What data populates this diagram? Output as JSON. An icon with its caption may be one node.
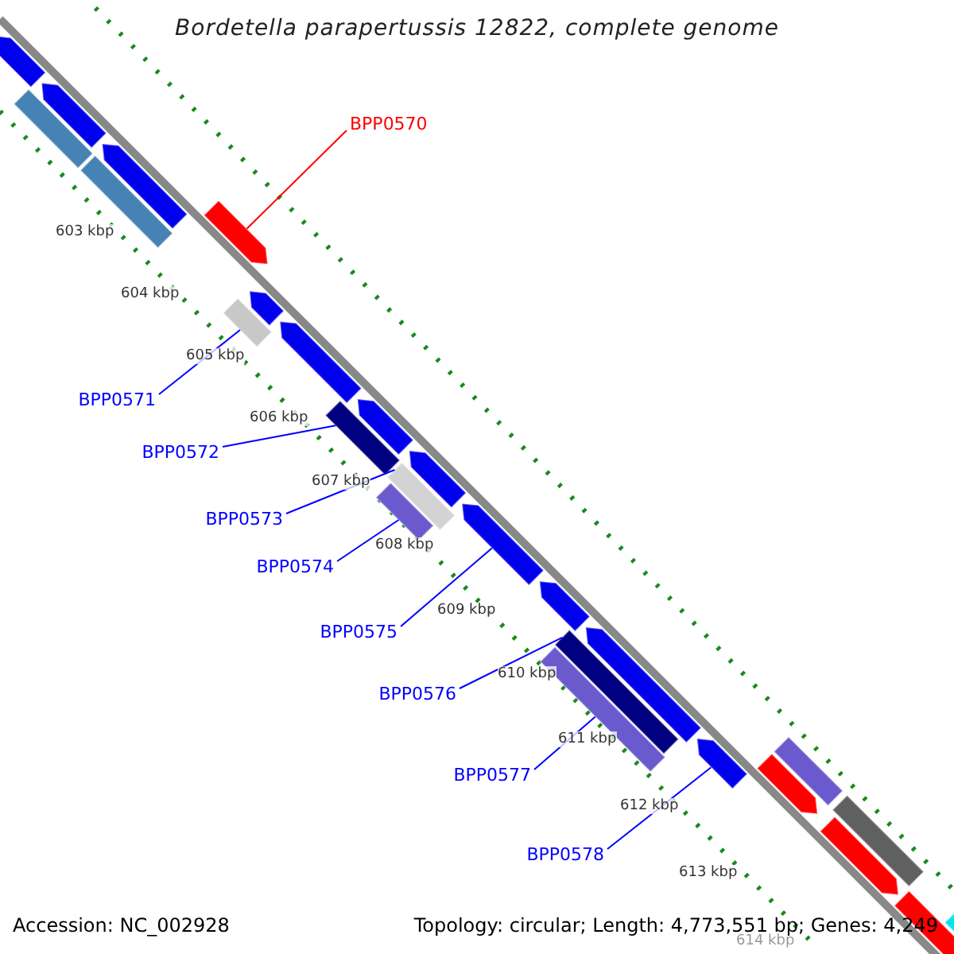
{
  "diagram": {
    "title": "Bordetella parapertussis 12822, complete genome",
    "nodes": [
      {
        "text": [
          "BPP0570"
        ]
      },
      {
        "text": [
          "BPP0571"
        ]
      },
      {
        "text": [
          "BPP0572"
        ]
      },
      {
        "text": [
          "BPP0573"
        ]
      },
      {
        "text": [
          "BPP0574"
        ]
      },
      {
        "text": [
          "BPP0575"
        ]
      },
      {
        "text": [
          "BPP0576"
        ]
      },
      {
        "text": [
          "BPP0577"
        ]
      },
      {
        "text": [
          "BPP0578"
        ]
      },
      {
        "text": [],
        "shape": "arrow"
      },
      {
        "text": [],
        "shape": "arrow"
      },
      {
        "text": [],
        "shape": "box"
      },
      {
        "text": [],
        "shape": "arrow"
      },
      {
        "text": [],
        "shape": "box"
      },
      {
        "text": [],
        "shape": "arrow"
      },
      {
        "text": [],
        "shape": "box"
      },
      {
        "text": [],
        "shape": "arrow"
      },
      {
        "text": [],
        "shape": "arrow"
      },
      {
        "text": [],
        "shape": "box"
      },
      {
        "text": [],
        "shape": "arrow"
      },
      {
        "text": [],
        "shape": "box"
      },
      {
        "text": [],
        "shape": "arrow"
      },
      {
        "text": [],
        "shape": "box"
      },
      {
        "text": [],
        "shape": "arrow"
      },
      {
        "text": [],
        "shape": "arrow"
      },
      {
        "text": [],
        "shape": "box"
      },
      {
        "text": [],
        "shape": "box"
      },
      {
        "text": [],
        "shape": "arrow"
      },
      {
        "text": [],
        "shape": "arrow"
      },
      {
        "text": [],
        "shape": "arrow"
      },
      {
        "text": [],
        "shape": "box"
      },
      {
        "text": [],
        "shape": "box"
      },
      {
        "text": [],
        "shape": "arrow"
      },
      {
        "text": [],
        "shape": "box"
      },
      {
        "text": [],
        "shape": "box"
      }
    ],
    "edges": [
      {
        "from": 0,
        "to": 14,
        "arrow": "none",
        "color": "#ff0000"
      },
      {
        "from": 1,
        "to": 15,
        "arrow": "none"
      },
      {
        "from": 2,
        "to": 18,
        "arrow": "none"
      },
      {
        "from": 3,
        "to": 22,
        "arrow": "none"
      },
      {
        "from": 4,
        "to": 20,
        "arrow": "none"
      },
      {
        "from": 5,
        "to": 23,
        "arrow": "none"
      },
      {
        "from": 6,
        "to": 25,
        "arrow": "none"
      },
      {
        "from": 7,
        "to": 26,
        "arrow": "none"
      },
      {
        "from": 8,
        "to": 28,
        "arrow": "none"
      }
    ],
    "labels": [
      "603 kbp",
      "604 kbp",
      "605 kbp",
      "606 kbp",
      "607 kbp",
      "608 kbp",
      "609 kbp",
      "610 kbp",
      "611 kbp",
      "612 kbp",
      "613 kbp",
      "614 kbp",
      "Accession: NC_002928",
      "Topology: circular; Length: 4,773,551 bp; Genes: 4,249"
    ]
  }
}
